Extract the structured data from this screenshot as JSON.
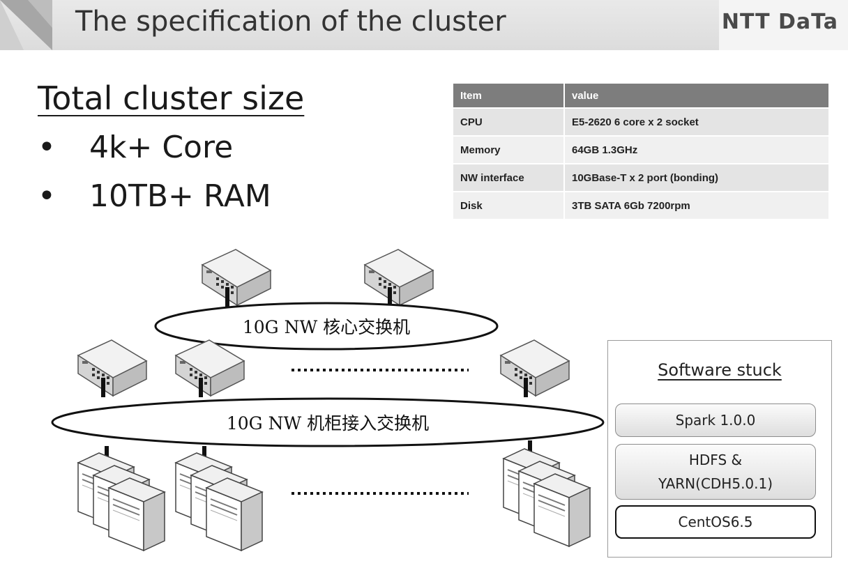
{
  "header": {
    "title": "The specification of the cluster",
    "logo_text": "NTT DaTa"
  },
  "summary": {
    "heading": "Total cluster size",
    "bullets": [
      "4k+ Core",
      "10TB+ RAM"
    ],
    "bullet_symbol": "•"
  },
  "spec_table": {
    "headers": [
      "Item",
      "value"
    ],
    "rows": [
      [
        "CPU",
        "E5-2620 6 core x 2 socket"
      ],
      [
        "Memory",
        "64GB 1.3GHz"
      ],
      [
        "NW interface",
        "10GBase-T x 2 port (bonding)"
      ],
      [
        "Disk",
        "3TB SATA 6Gb 7200rpm"
      ]
    ]
  },
  "network": {
    "core_switch_label": "10G NW 核心交换机",
    "rack_switch_label": "10G NW 机柜接入交换机",
    "ellipsis_marker": "…"
  },
  "software": {
    "title": "Software stuck",
    "layers": [
      "Spark 1.0.0",
      "HDFS &\nYARN(CDH5.0.1)",
      "CentOS6.5"
    ]
  }
}
